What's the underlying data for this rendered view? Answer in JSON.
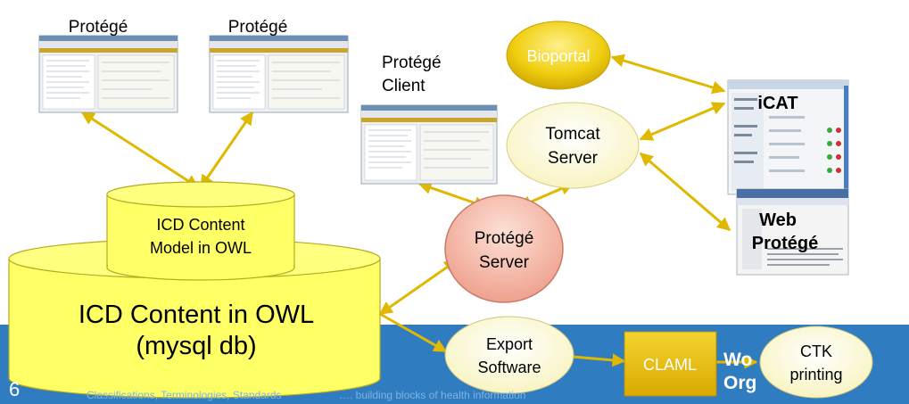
{
  "nodes": {
    "protege_1": "Protégé",
    "protege_2": "Protégé",
    "protege_client": [
      "Protégé",
      "Client"
    ],
    "bioportal": "Bioportal",
    "icat": "iCAT",
    "tomcat": [
      "Tomcat",
      "Server"
    ],
    "web_protege": [
      "Web",
      "Protégé"
    ],
    "icd_model": [
      "ICD Content",
      "Model in OWL"
    ],
    "icd_content": [
      "ICD Content in OWL",
      "(mysql db)"
    ],
    "protege_server": [
      "Protégé",
      "Server"
    ],
    "export": [
      "Export",
      "Software"
    ],
    "claml": "CLAML",
    "ctk": [
      "CTK",
      "printing"
    ]
  },
  "footer": {
    "left_text": "Classifications, Terminologies, Standards",
    "right_text": "….  building blocks of health information",
    "page_num": "6",
    "org_line1": "Wo",
    "org_line2": "Org"
  },
  "colors": {
    "footer": "#2f7cc1",
    "bioportal": "#e0b400",
    "pale_yellow": "#fdfbd6",
    "cylinder": "#ffff66",
    "protege_server": "#f6b7a6",
    "claml": "#ecc200",
    "arrow": "#e0b800"
  }
}
